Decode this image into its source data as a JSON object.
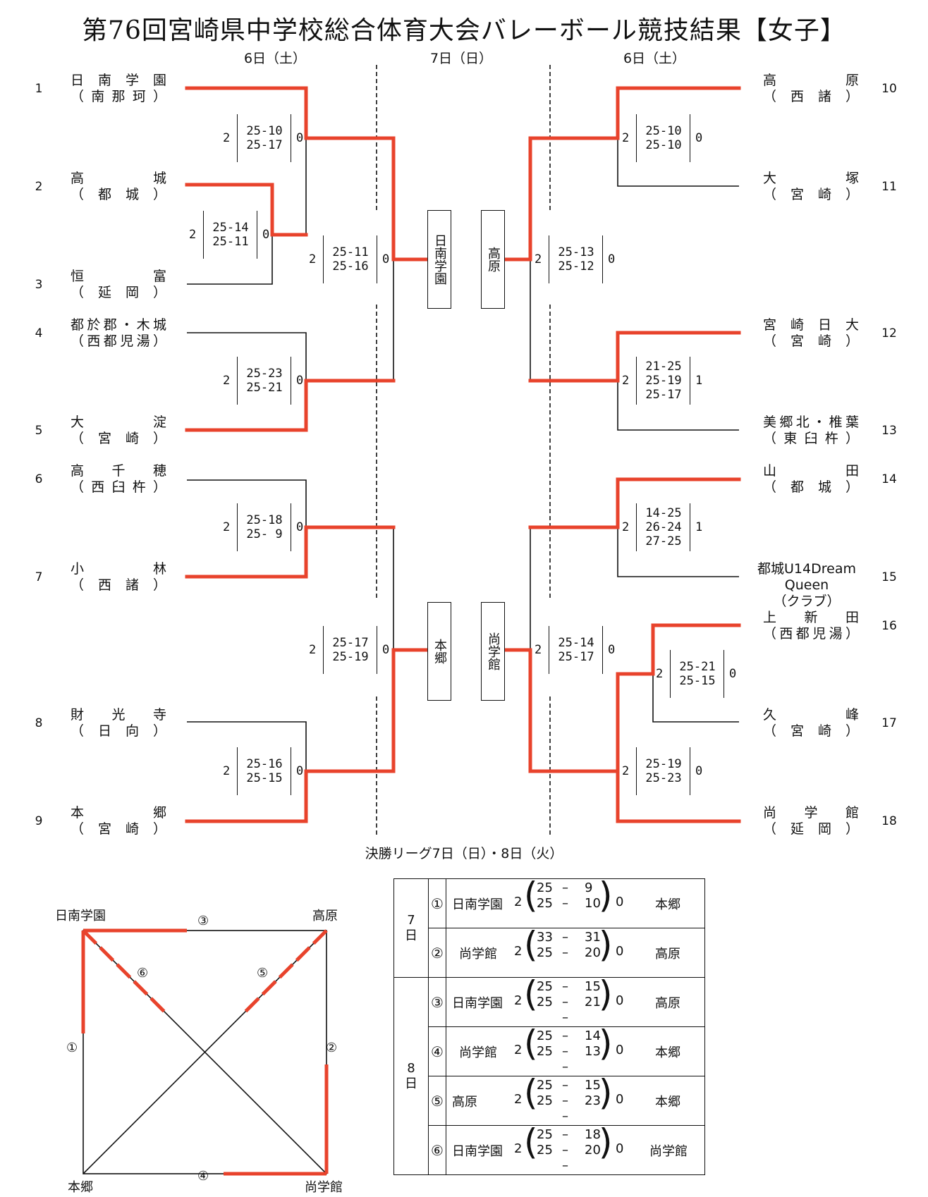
{
  "title": "第76回宮崎県中学校総合体育大会バレーボール競技結果【女子】",
  "days": {
    "left": "6日（土）",
    "center": "7日（日）",
    "right": "6日（土）"
  },
  "teams": [
    {
      "no": "1",
      "name": "日南学園",
      "region": "（南那珂）"
    },
    {
      "no": "2",
      "name": "高城",
      "region": "（都城）"
    },
    {
      "no": "3",
      "name": "恒富",
      "region": "（延岡）"
    },
    {
      "no": "4",
      "name": "都於郡・木城",
      "region": "（西都児湯）"
    },
    {
      "no": "5",
      "name": "大淀",
      "region": "（宮崎）"
    },
    {
      "no": "6",
      "name": "高千穂",
      "region": "（西臼杵）"
    },
    {
      "no": "7",
      "name": "小林",
      "region": "（西諸）"
    },
    {
      "no": "8",
      "name": "財光寺",
      "region": "（日向）"
    },
    {
      "no": "9",
      "name": "本郷",
      "region": "（宮崎）"
    },
    {
      "no": "10",
      "name": "高原",
      "region": "（西諸）"
    },
    {
      "no": "11",
      "name": "大塚",
      "region": "（宮崎）"
    },
    {
      "no": "12",
      "name": "宮崎日大",
      "region": "（宮崎）"
    },
    {
      "no": "13",
      "name": "美郷北・椎葉",
      "region": "（東臼杵）"
    },
    {
      "no": "14",
      "name": "山田",
      "region": "（都城）"
    },
    {
      "no": "15",
      "name": "都城U14Dream Queen",
      "region": "（クラブ）"
    },
    {
      "no": "16",
      "name": "上新田",
      "region": "（西都児湯）"
    },
    {
      "no": "17",
      "name": "久峰",
      "region": "（宮崎）"
    },
    {
      "no": "18",
      "name": "尚学館",
      "region": "（延岡）"
    }
  ],
  "matches": [
    {
      "w": "2",
      "sets": [
        "25-10",
        "25-17"
      ],
      "l": "0"
    },
    {
      "w": "2",
      "sets": [
        "25-14",
        "25-11"
      ],
      "l": "0"
    },
    {
      "w": "2",
      "sets": [
        "25-11",
        "25-16"
      ],
      "l": "0"
    },
    {
      "w": "2",
      "sets": [
        "25-23",
        "25-21"
      ],
      "l": "0"
    },
    {
      "w": "2",
      "sets": [
        "25-18",
        "25- 9"
      ],
      "l": "0"
    },
    {
      "w": "2",
      "sets": [
        "25-17",
        "25-19"
      ],
      "l": "0"
    },
    {
      "w": "2",
      "sets": [
        "25-16",
        "25-15"
      ],
      "l": "0"
    },
    {
      "w": "2",
      "sets": [
        "25-10",
        "25-10"
      ],
      "l": "0"
    },
    {
      "w": "2",
      "sets": [
        "25-13",
        "25-12"
      ],
      "l": "0"
    },
    {
      "w": "2",
      "sets": [
        "21-25",
        "25-19",
        "25-17"
      ],
      "l": "1"
    },
    {
      "w": "2",
      "sets": [
        "14-25",
        "26-24",
        "27-25"
      ],
      "l": "1"
    },
    {
      "w": "2",
      "sets": [
        "25-14",
        "25-17"
      ],
      "l": "0"
    },
    {
      "w": "2",
      "sets": [
        "25-21",
        "25-15"
      ],
      "l": "0"
    },
    {
      "w": "2",
      "sets": [
        "25-19",
        "25-23"
      ],
      "l": "0"
    }
  ],
  "semifinalists": [
    "日南学園",
    "高原",
    "本郷",
    "尚学館"
  ],
  "final_league": {
    "title": "決勝リーグ7日（日）・8日（火）",
    "corners": {
      "tl": "日南学園",
      "tr": "高原",
      "bl": "本郷",
      "br": "尚学館"
    },
    "match_marks": [
      "①",
      "②",
      "③",
      "④",
      "⑤",
      "⑥"
    ],
    "days": [
      "7\n日",
      "8\n日"
    ],
    "results": [
      {
        "mark": "①",
        "a": "日南学園",
        "aw": "2",
        "sets": [
          [
            "25",
            "9"
          ],
          [
            "25",
            "10"
          ]
        ],
        "bl": "0",
        "b": "本郷"
      },
      {
        "mark": "②",
        "a": "尚学館",
        "aw": "2",
        "sets": [
          [
            "33",
            "31"
          ],
          [
            "25",
            "20"
          ]
        ],
        "bl": "0",
        "b": "高原"
      },
      {
        "mark": "③",
        "a": "日南学園",
        "aw": "2",
        "sets": [
          [
            "25",
            "15"
          ],
          [
            "25",
            "21"
          ]
        ],
        "bl": "0",
        "b": "高原"
      },
      {
        "mark": "④",
        "a": "尚学館",
        "aw": "2",
        "sets": [
          [
            "25",
            "14"
          ],
          [
            "25",
            "13"
          ]
        ],
        "bl": "0",
        "b": "本郷"
      },
      {
        "mark": "⑤",
        "a": "高原",
        "aw": "2",
        "sets": [
          [
            "25",
            "15"
          ],
          [
            "25",
            "23"
          ]
        ],
        "bl": "0",
        "b": "本郷"
      },
      {
        "mark": "⑥",
        "a": "日南学園",
        "aw": "2",
        "sets": [
          [
            "25",
            "18"
          ],
          [
            "25",
            "20"
          ]
        ],
        "bl": "0",
        "b": "尚学館"
      }
    ]
  },
  "colors": {
    "win": "#e8432c",
    "line": "#111111"
  }
}
